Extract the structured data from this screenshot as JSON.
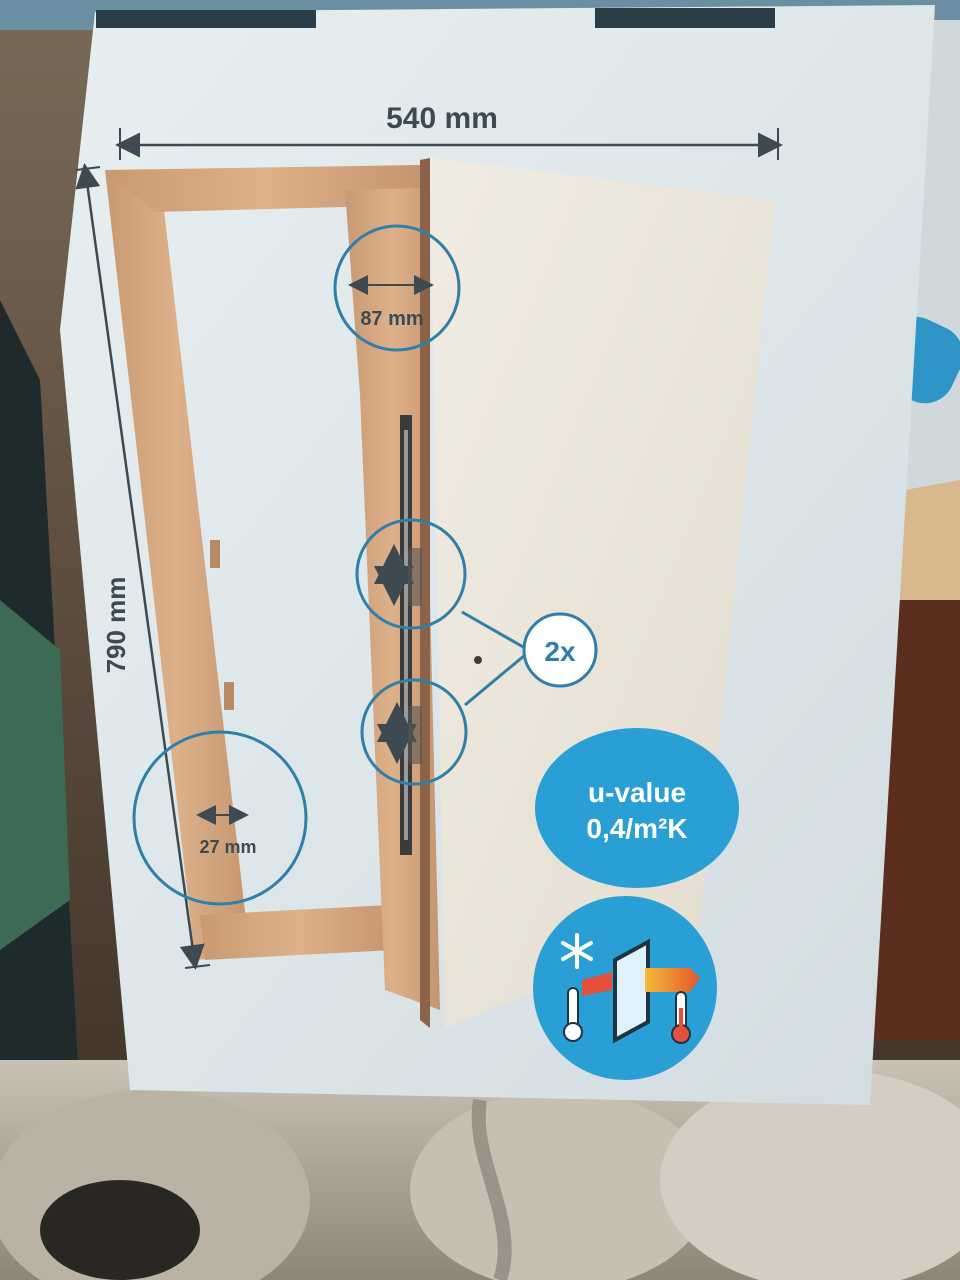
{
  "box": {
    "width_label": "540 mm",
    "height_label": "790 mm",
    "depth_label": "87 mm",
    "frame_label": "27 mm",
    "locks_label": "2x",
    "uvalue_line1": "u-value",
    "uvalue_line2": "0,4/m²K"
  },
  "colors": {
    "box_bg": "#dfe8eb",
    "wood": "#d9aa83",
    "door_panel": "#ece7dc",
    "accent_blue": "#2a9fd6",
    "circle_outline": "#2f7fa8"
  },
  "icons": [
    "snowflake-icon",
    "thermometer-icon",
    "window-icon"
  ]
}
